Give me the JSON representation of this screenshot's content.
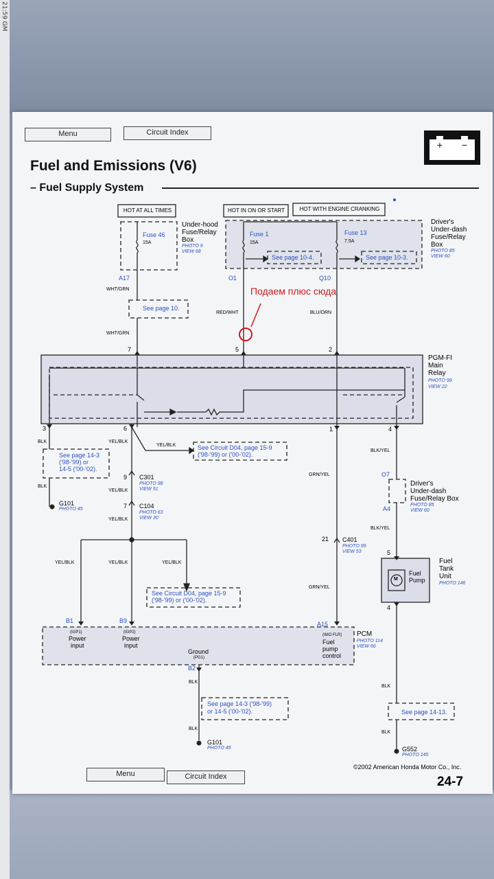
{
  "status_bar": {
    "side_text": "21:59 GM"
  },
  "nav": {
    "menu_label": "Menu",
    "index_label": "Circuit Index"
  },
  "header": {
    "title": "Fuel and Emissions (V6)",
    "subtitle": "– Fuel Supply System"
  },
  "supply_labels": {
    "hot_all_times": "HOT AT ALL TIMES",
    "hot_on_start": "HOT IN ON OR START",
    "hot_cranking": "HOT WITH ENGINE CRANKING"
  },
  "underhood_box": {
    "name": "Under-hood\nFuse/Relay\nBox",
    "photo": "PHOTO 9",
    "view": "VIEW 68",
    "fuse": "Fuse 46",
    "rating": "15A",
    "terminal": "A17"
  },
  "underdash_box": {
    "name": "Driver's\nUnder-dash\nFuse/Relay\nBox",
    "photo": "PHOTO 85",
    "view": "VIEW 60",
    "fuse1": "Fuse 1",
    "fuse1_rating": "15A",
    "fuse13": "Fuse 13",
    "fuse13_rating": "7.5A",
    "ref1": "See page 10-4.",
    "ref2": "See page 10-3.",
    "term1": "O1",
    "term2": "Q10"
  },
  "annotation": {
    "text": "Подаем плюс сюда"
  },
  "wires": {
    "wht_grn": "WHT/GRN",
    "red_wht": "RED/WHT",
    "blu_orn": "BLU/ORN",
    "blk": "BLK",
    "yel_blk": "YEL/BLK",
    "grn_yel": "GRN/YEL",
    "blk_yel": "BLK/YEL"
  },
  "refs": {
    "page10": "See page 10.",
    "page14a": "See page 14-3\n('98-'99) or\n14-5 ('00-'02).",
    "circuit1": "See Circuit D04, page 15-9\n('98-'99) or ('00-'02).",
    "circuit2": "See Circuit D04, page 15-9\n('98-'99) or ('00-'02).",
    "page14b": "See page 14-3 ('98-'99)\nor 14-5 ('00-'02).",
    "page1413": "See page 14-13."
  },
  "relay": {
    "name": "PGM-FI\nMain\nRelay",
    "photo": "PHOTO 99",
    "view": "VIEW 22",
    "pins": {
      "p7": "7",
      "p5": "5",
      "p2": "2",
      "p3": "3",
      "p6": "6",
      "p1": "1",
      "p4": "4"
    }
  },
  "connectors": {
    "c301": "C301",
    "c301_pin": "9",
    "c301_photo": "PHOTO 98",
    "c301_view": "VIEW 51",
    "c104": "C104",
    "c104_pin": "7",
    "c104_photo": "PHOTO 63",
    "c104_view": "VIEW 30",
    "c401": "C401",
    "c401_pin": "21",
    "c401_photo": "PHOTO 99",
    "c401_view": "VIEW 53"
  },
  "grounds": {
    "g101": "G101",
    "g101_photo": "PHOTO 45",
    "g101b": "G101",
    "g101b_photo": "PHOTO 45",
    "g552": "G552",
    "g552_photo": "PHOTO 145"
  },
  "underdash2": {
    "name": "Driver's\nUnder-dash\nFuse/Relay Box",
    "photo": "PHOTO 85",
    "view": "VIEW 60",
    "t1": "O7",
    "t2": "A4"
  },
  "fuel_tank": {
    "name": "Fuel\nTank\nUnit",
    "photo": "PHOTO 146",
    "pump": "Fuel\nPump",
    "motor": "M",
    "pin_top": "5",
    "pin_bottom": "4"
  },
  "pcm": {
    "name": "PCM",
    "photo": "PHOTO 114",
    "view": "VIEW 66",
    "b1": "B1",
    "b1_sub": "(IGP1)",
    "b1_label": "Power\ninput",
    "b9": "B9",
    "b9_sub": "(IGP2)",
    "b9_label": "Power\ninput",
    "a15": "A15",
    "a15_sub": "(IMO FLR)",
    "a15_label": "Fuel\npump\ncontrol",
    "b2": "B2",
    "ground_label": "Ground",
    "ground_sub": "(PG1)"
  },
  "footer": {
    "copyright": "©2002 American Honda Motor Co., Inc.",
    "page_number": "24-7"
  }
}
